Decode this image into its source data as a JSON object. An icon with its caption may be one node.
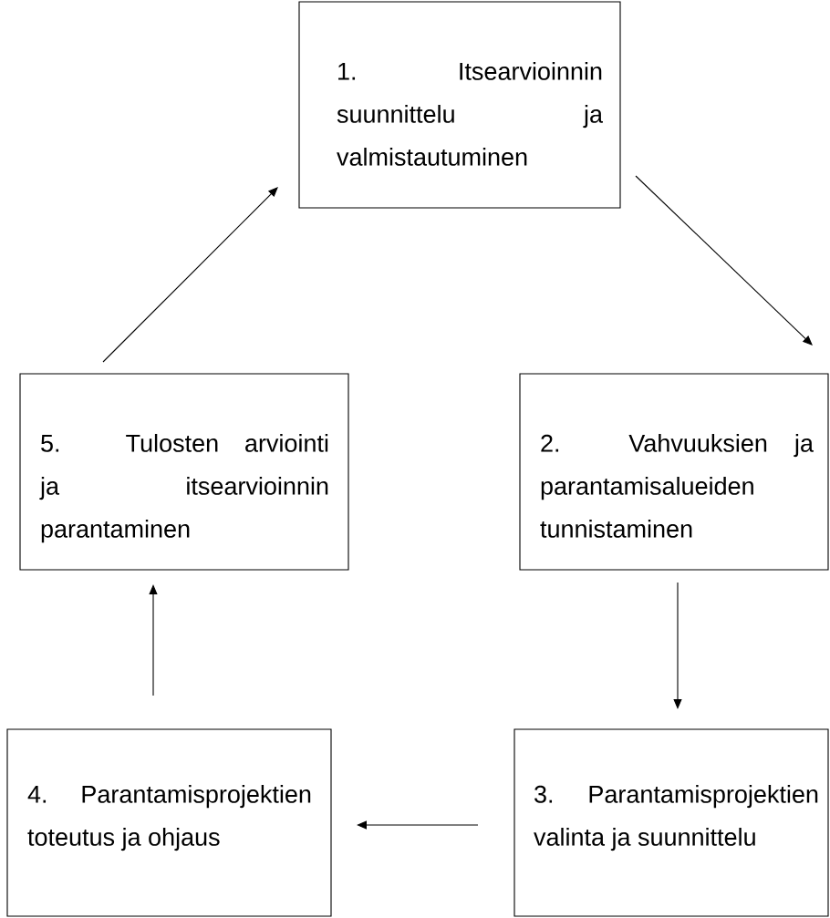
{
  "diagram": {
    "nodes": [
      {
        "text": [
          "1. Itsearvioinnin suunnittelu ja valmistautuminen"
        ]
      },
      {
        "text": [
          "2. Vahvuuksien ja parantamisalueiden tunnistaminen"
        ]
      },
      {
        "text": [
          "3. Parantamisprojektien valinta ja suunnittelu"
        ]
      },
      {
        "text": [
          "4. Parantamisprojektien toteutus ja ohjaus"
        ]
      },
      {
        "text": [
          "5. Tulosten arviointi ja itsearvioinnin parantaminen"
        ]
      }
    ],
    "edges": [
      {
        "from": 0,
        "to": 1,
        "arrow": "to"
      },
      {
        "from": 1,
        "to": 2,
        "arrow": "to"
      },
      {
        "from": 2,
        "to": 3,
        "arrow": "to"
      },
      {
        "from": 3,
        "to": 4,
        "arrow": "to"
      },
      {
        "from": 4,
        "to": 0,
        "arrow": "to"
      }
    ]
  }
}
